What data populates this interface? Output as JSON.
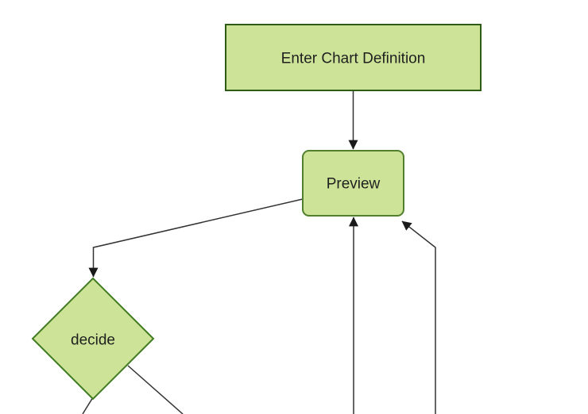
{
  "diagram": {
    "type": "flowchart",
    "direction": "top-down",
    "colors": {
      "background": "#ffffff",
      "node_fill": "#cde498",
      "rect_stroke": "#2f5c15",
      "rounded_stroke": "#527f2e",
      "diamond_stroke": "#417c20",
      "edge": "#333333",
      "arrowhead": "#1a1a1a",
      "text": "#1f1f1f"
    },
    "nodes": {
      "enter_chart_definition": {
        "label": "Enter Chart Definition",
        "shape": "rectangle"
      },
      "preview": {
        "label": "Preview",
        "shape": "rounded-rectangle"
      },
      "decide": {
        "label": "decide",
        "shape": "diamond"
      }
    },
    "edges": [
      {
        "from": "enter_chart_definition",
        "to": "preview",
        "arrow": true
      },
      {
        "from": "preview",
        "to": "decide",
        "arrow": true
      },
      {
        "from": "offscreen-bottom",
        "to": "preview",
        "arrow": true
      },
      {
        "from": "offscreen-bottom-right",
        "to": "preview",
        "arrow": true
      },
      {
        "from": "decide",
        "to": "offscreen-bottom-left",
        "arrow": false
      },
      {
        "from": "decide",
        "to": "offscreen-bottom-right",
        "arrow": false
      }
    ]
  }
}
